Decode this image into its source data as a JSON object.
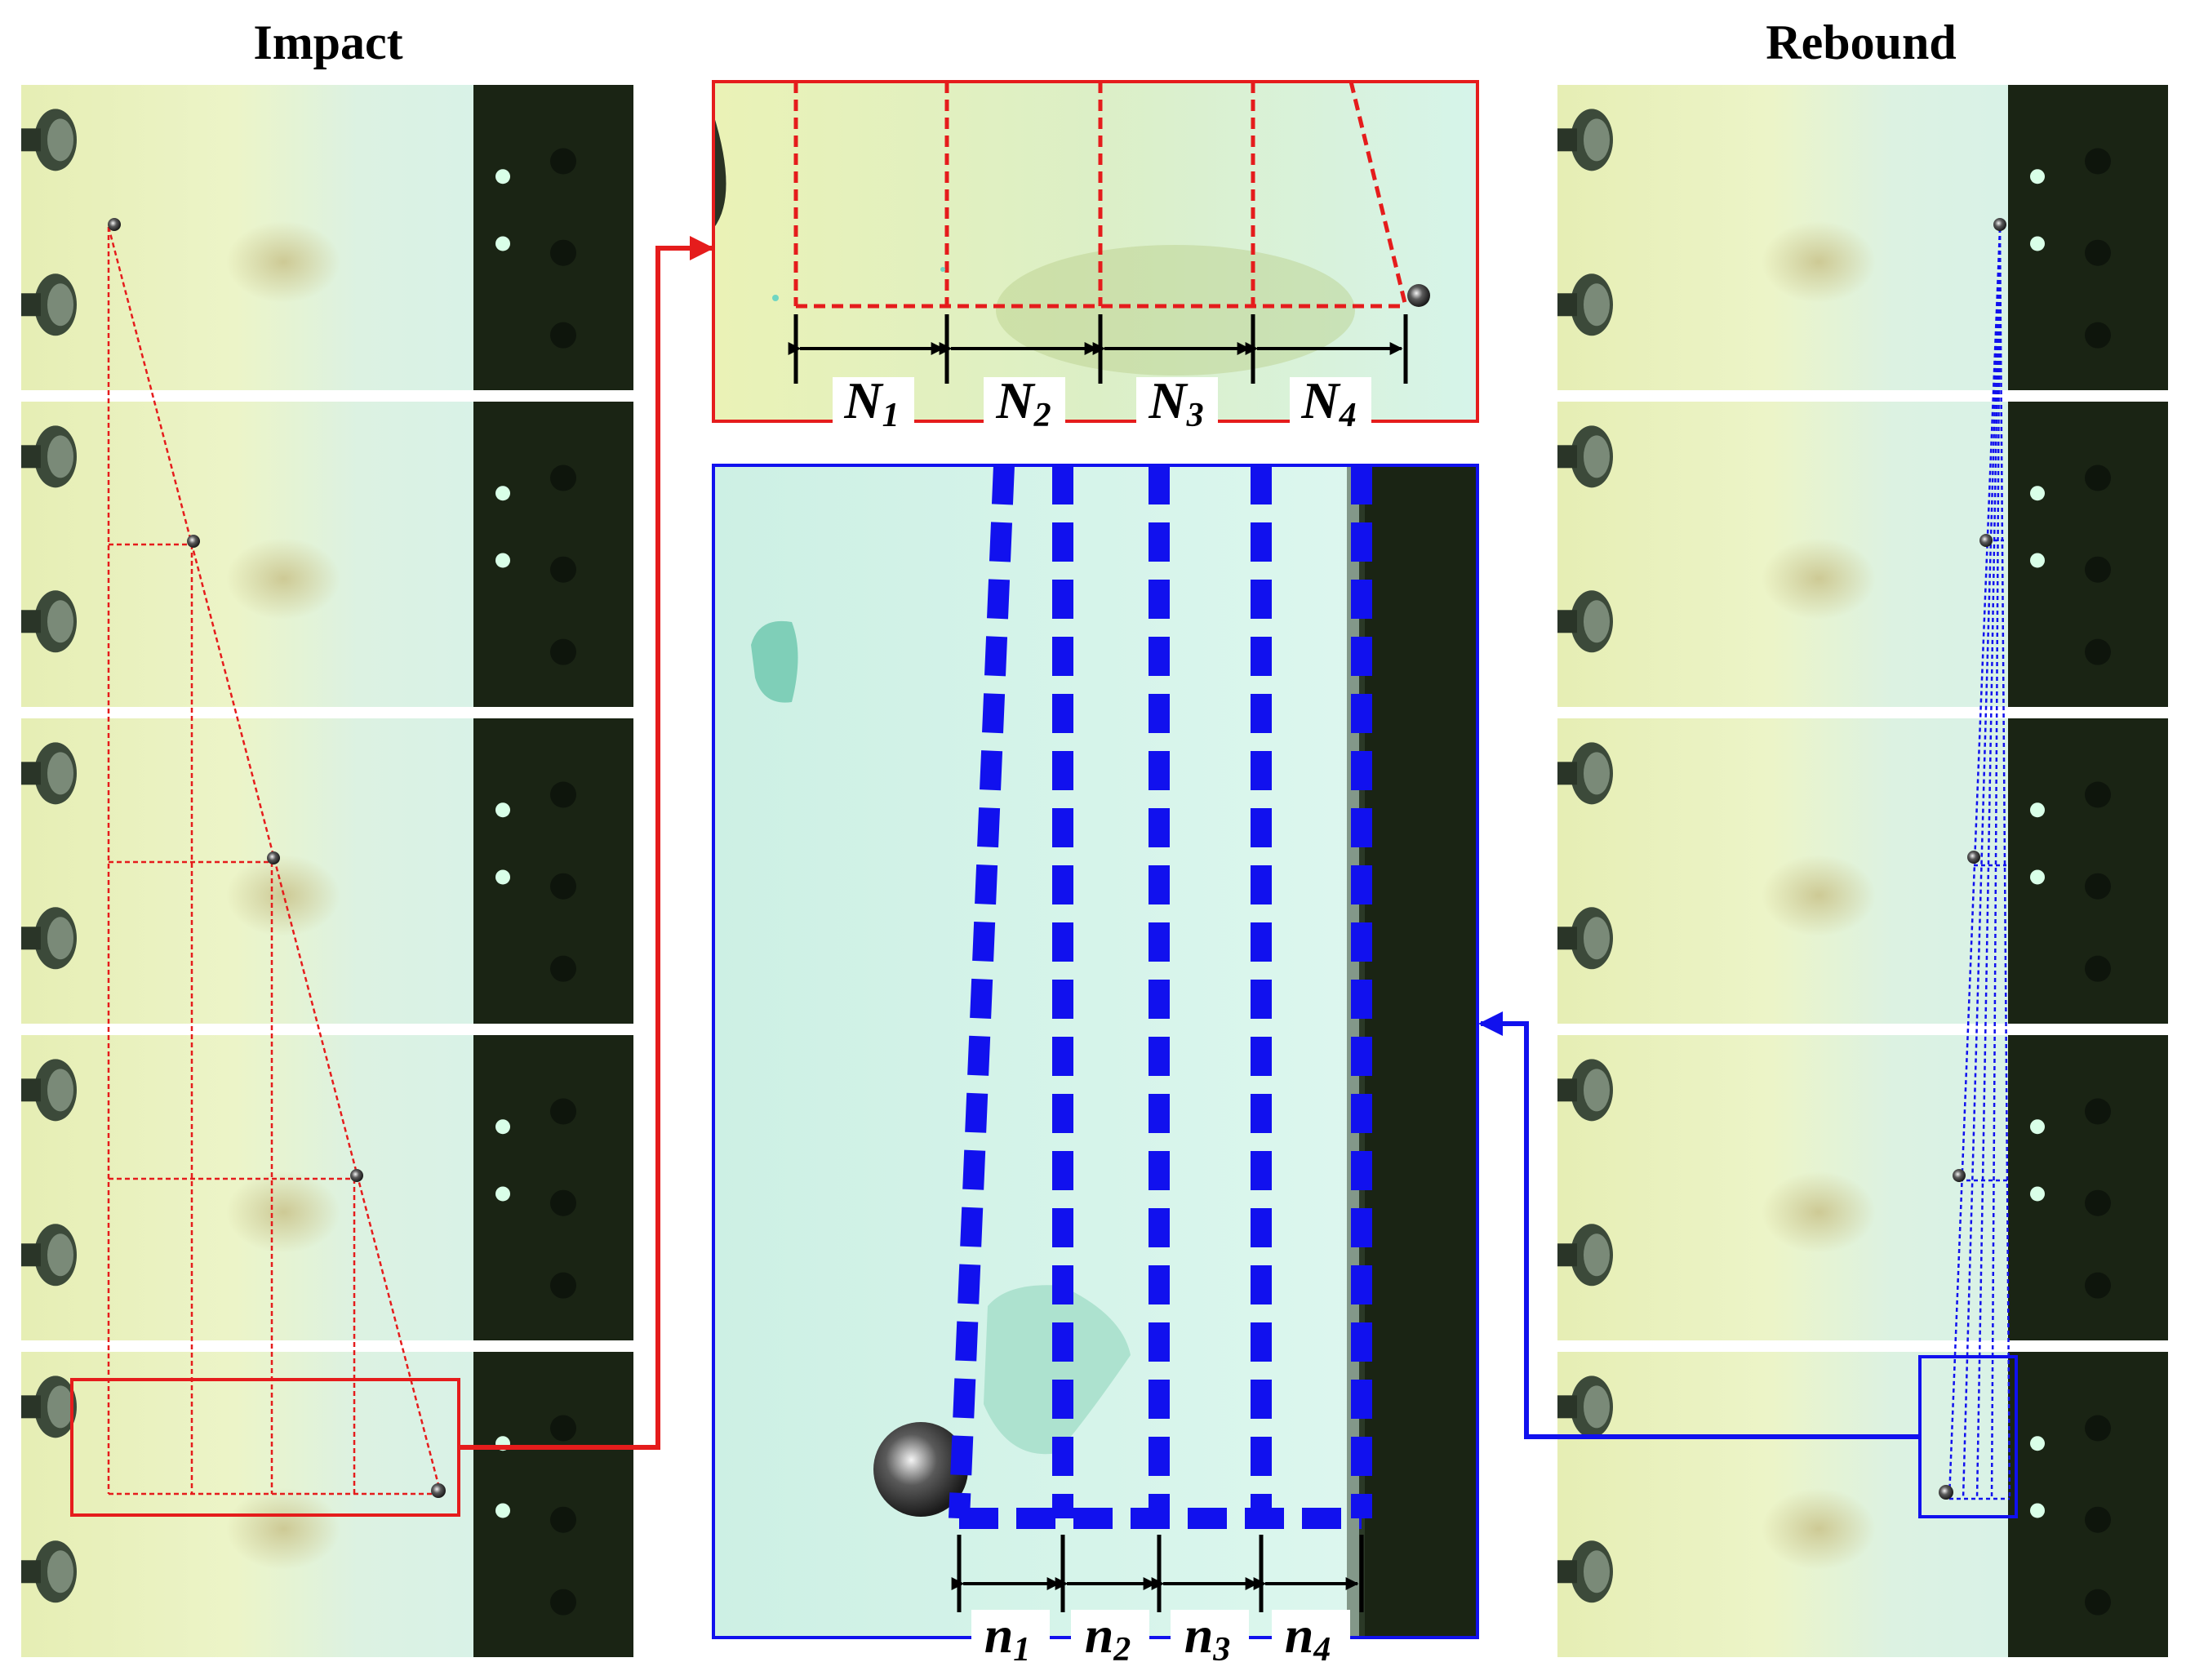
{
  "titles": {
    "left": "Impact",
    "right": "Rebound"
  },
  "impact_labels": [
    {
      "sym": "N",
      "sub": "1"
    },
    {
      "sym": "N",
      "sub": "2"
    },
    {
      "sym": "N",
      "sub": "3"
    },
    {
      "sym": "N",
      "sub": "4"
    }
  ],
  "rebound_labels": [
    {
      "sym": "n",
      "sub": "1"
    },
    {
      "sym": "n",
      "sub": "2"
    },
    {
      "sym": "n",
      "sub": "3"
    },
    {
      "sym": "n",
      "sub": "4"
    }
  ],
  "colors": {
    "impact_accent": "#e51c1c",
    "rebound_accent": "#1111ee",
    "wall": "#1a2414",
    "fluid_light": "#dff7ec",
    "fluid_yellow": "#e6f0b0"
  }
}
